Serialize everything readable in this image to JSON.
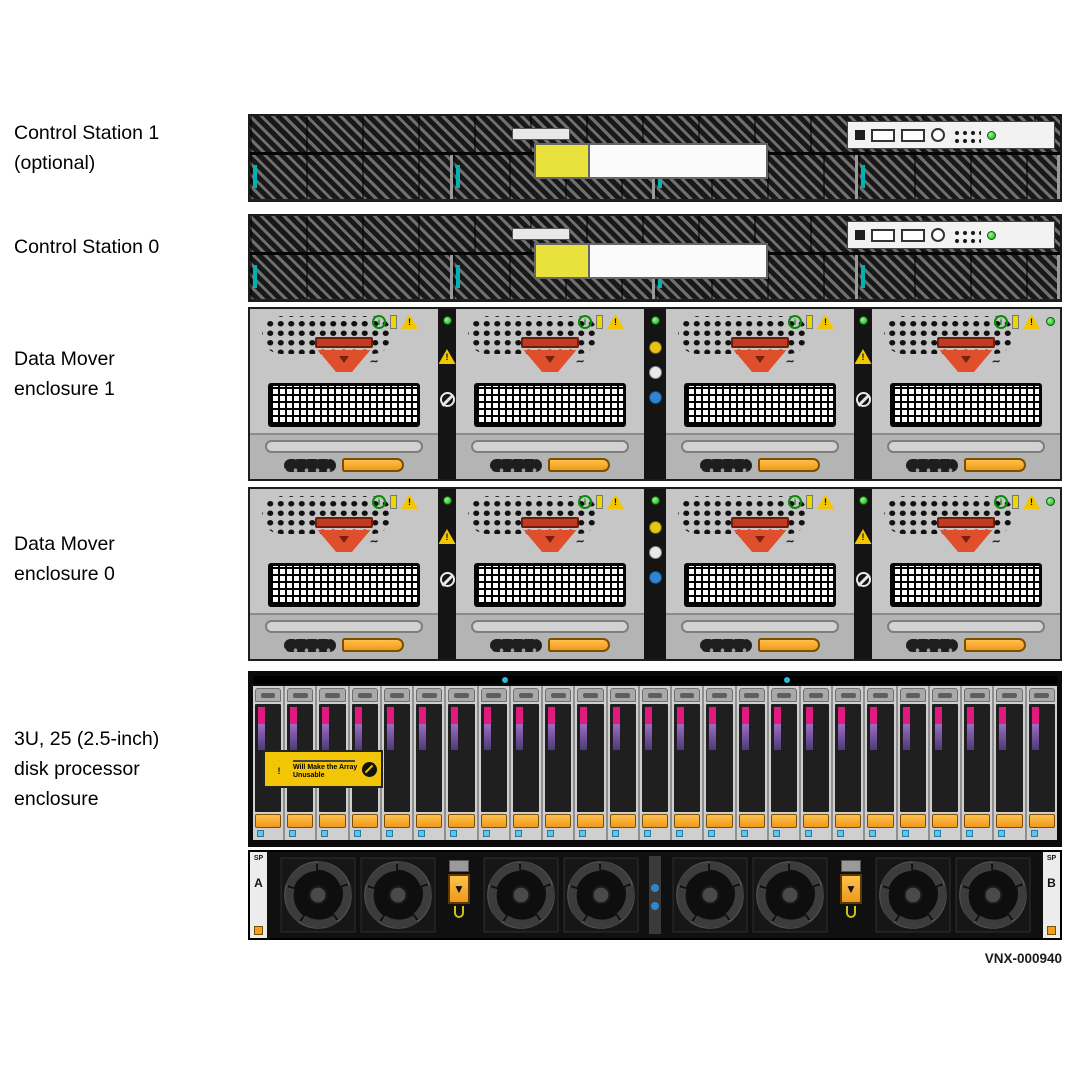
{
  "diagram": {
    "caption": "VNX-000940"
  },
  "labels": {
    "cs1": [
      "Control Station 1",
      "(optional)"
    ],
    "cs0": [
      "Control Station 0"
    ],
    "dm1": [
      "Data Mover",
      "enclosure 1"
    ],
    "dm0": [
      "Data Mover",
      "enclosure 0"
    ],
    "dpe": [
      "3U, 25 (2.5-inch)",
      "disk processor",
      "enclosure"
    ]
  },
  "counts": {
    "disk_slots": 25,
    "fans_per_pair": 2
  },
  "sps": {
    "left_top": "SP",
    "left_id": "A",
    "right_top": "SP",
    "right_id": "B"
  },
  "dpe_warning": {
    "line_bold": "Will Make the Array Unusable"
  },
  "icons": {
    "info": "i",
    "warning_mark": "!",
    "down_arrow": "▼",
    "approx_airflow": "~"
  },
  "colors": {
    "accent_orange": "#ef9a1a",
    "handle_red": "#e04f2c",
    "led_green": "#17a017",
    "led_blue": "#2f86cf",
    "led_yellow": "#e6c31c",
    "indicator_pink": "#e31a7e",
    "indicator_purple": "#7a55a0",
    "teal_tab": "#00b2b2",
    "warning_yellow": "#f2c606"
  }
}
